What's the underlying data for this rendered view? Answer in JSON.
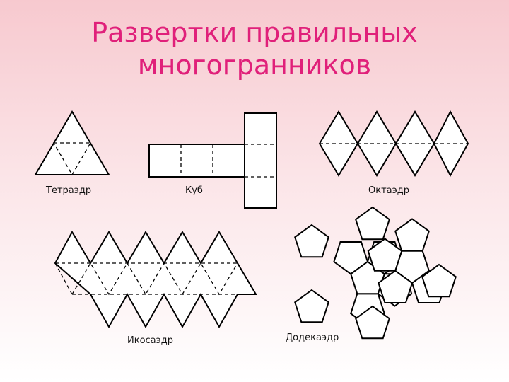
{
  "title": {
    "line1": "Развертки правильных",
    "line2": "многогранников"
  },
  "nets": {
    "tetrahedron": {
      "label": "Тетраэдр",
      "shape": "triangle"
    },
    "cube": {
      "label": "Куб",
      "shape": "square"
    },
    "octahedron": {
      "label": "Октаэдр",
      "shape": "triangle"
    },
    "icosahedron": {
      "label": "Икосаэдр",
      "shape": "triangle"
    },
    "dodecahedron": {
      "label": "Додекаэдр",
      "shape": "pentagon"
    }
  },
  "colors": {
    "title": "#e0207a",
    "background_top": "#f7c9cf",
    "background_bottom": "#ffffff",
    "line": "#000000"
  }
}
